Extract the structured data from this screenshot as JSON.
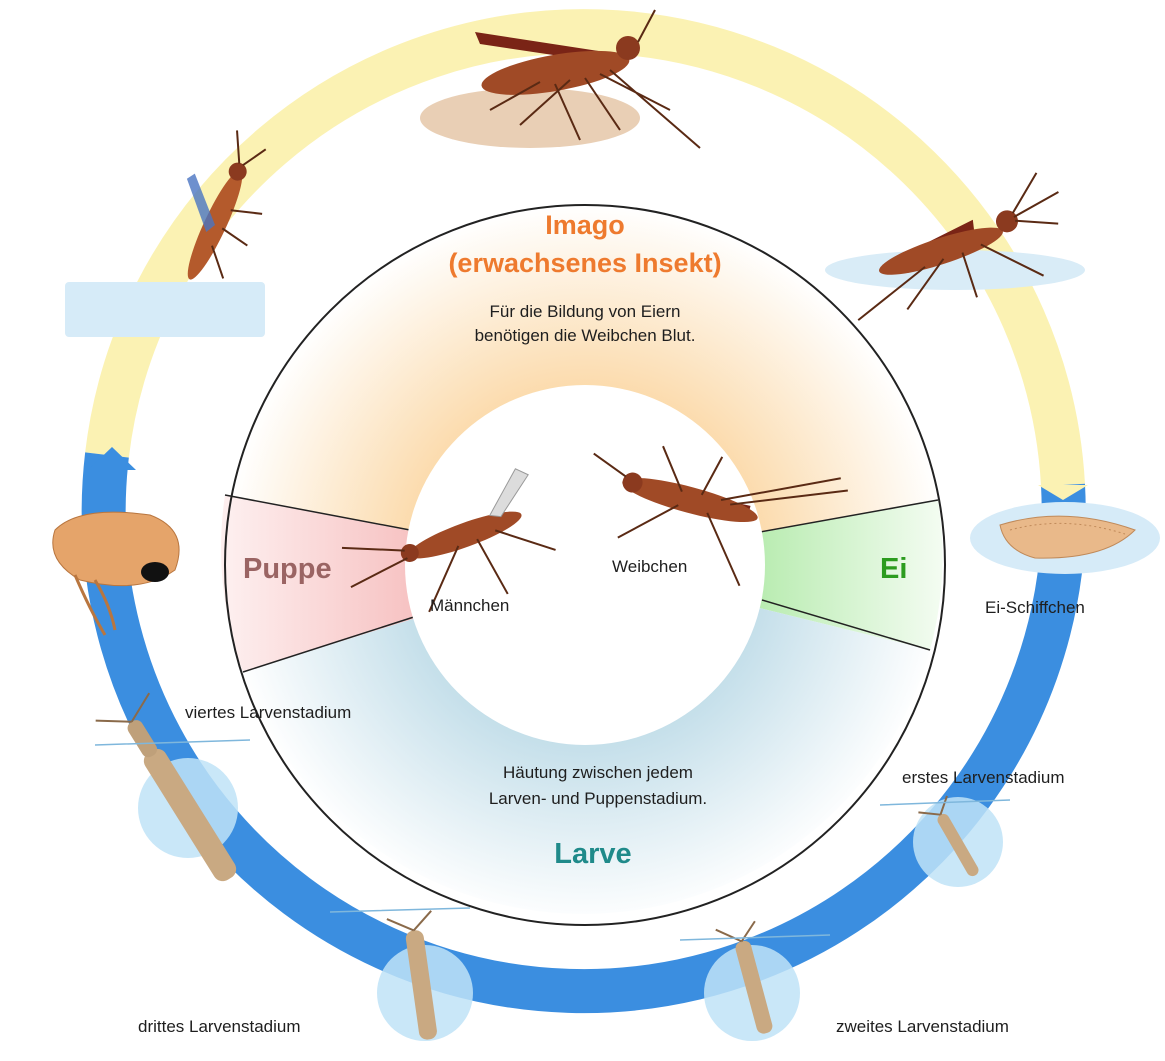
{
  "stages": {
    "imago": {
      "title": "Imago",
      "subtitle": "(erwachsenes Insekt)",
      "note_line1": "Für die Bildung von Eiern",
      "note_line2": "benötigen die Weibchen Blut.",
      "color": "#ee7a2e"
    },
    "ei": {
      "title": "Ei",
      "color": "#2c9c1f"
    },
    "larve": {
      "title": "Larve",
      "note_line1": "Häutung zwischen jedem",
      "note_line2": "Larven- und Puppenstadium.",
      "color": "#1f8a8a"
    },
    "puppe": {
      "title": "Puppe",
      "color": "#9a6463"
    }
  },
  "center": {
    "male": "Männchen",
    "female": "Weibchen"
  },
  "ring_labels": {
    "ei_schiffchen": "Ei-Schiffchen",
    "erstes": "erstes Larvenstadium",
    "zweites": "zweites Larvenstadium",
    "drittes": "drittes Larvenstadium",
    "viertes": "viertes Larvenstadium"
  },
  "colors": {
    "ring_yellow": "#fbf2b3",
    "ring_blue": "#3b8ee0",
    "mosquito_body": "#a04a26",
    "larva": "#c9a982"
  },
  "icons": [
    "mosquito-icon",
    "egg-raft-icon",
    "larva-icon",
    "pupa-icon"
  ]
}
